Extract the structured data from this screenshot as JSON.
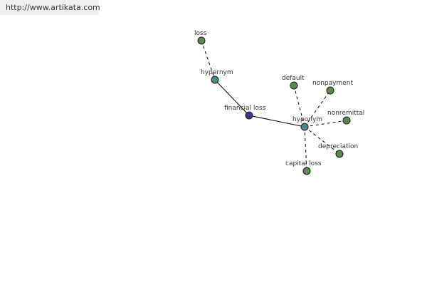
{
  "site": {
    "url": "http://www.artikata.com"
  },
  "colors": {
    "leaf": "#5a8a50",
    "relation": "#4a8a8a",
    "focus": "#3a3a8a",
    "edge": "#000000"
  },
  "graph": {
    "nodes": [
      {
        "id": "loss",
        "label": "loss",
        "kind": "leaf"
      },
      {
        "id": "hypernym",
        "label": "hypernym",
        "kind": "relation"
      },
      {
        "id": "financial-loss",
        "label": "financial loss",
        "kind": "focus"
      },
      {
        "id": "hyponym",
        "label": "hyponym",
        "kind": "relation"
      },
      {
        "id": "default",
        "label": "default",
        "kind": "leaf"
      },
      {
        "id": "nonpayment",
        "label": "nonpayment",
        "kind": "leaf"
      },
      {
        "id": "nonremittal",
        "label": "nonremittal",
        "kind": "leaf"
      },
      {
        "id": "depreciation",
        "label": "depreciation",
        "kind": "leaf"
      },
      {
        "id": "capital-loss",
        "label": "capital loss",
        "kind": "leaf"
      }
    ],
    "edges": [
      {
        "from": "loss",
        "to": "hypernym",
        "style": "dashed"
      },
      {
        "from": "hypernym",
        "to": "financial-loss",
        "style": "solid"
      },
      {
        "from": "financial-loss",
        "to": "hyponym",
        "style": "solid"
      },
      {
        "from": "hyponym",
        "to": "default",
        "style": "dashed"
      },
      {
        "from": "hyponym",
        "to": "nonpayment",
        "style": "dashed"
      },
      {
        "from": "hyponym",
        "to": "nonremittal",
        "style": "dashed"
      },
      {
        "from": "hyponym",
        "to": "depreciation",
        "style": "dashed"
      },
      {
        "from": "hyponym",
        "to": "capital-loss",
        "style": "dashed"
      }
    ]
  }
}
